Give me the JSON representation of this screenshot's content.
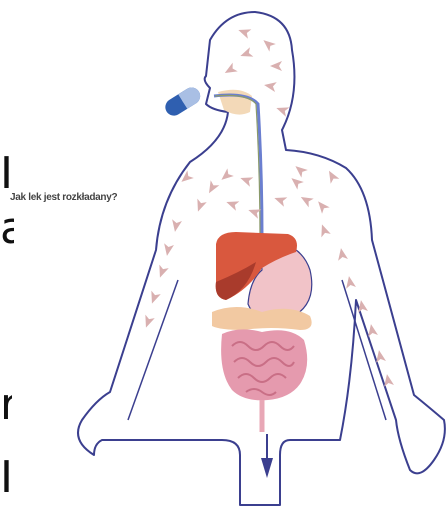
{
  "caption": "Jak lek jest rozkładany?",
  "fragments": [
    "I",
    "a",
    "r",
    "I"
  ],
  "icons": {
    "capsule": "capsule-icon",
    "arrows": "flow-arrow-icon"
  },
  "colors": {
    "outline": "#3b3f8f",
    "arrow": "#d9b0b0",
    "capsule_blue": "#2f5fb0",
    "capsule_light": "#a9bfe4",
    "liver": "#d9583e",
    "liver_dark": "#a93b2c",
    "stomach": "#f1c3c8",
    "intestine": "#e59aae",
    "colon": "#f2c9a2",
    "esophagus": "#6b7fd0",
    "throat": "#f3d9b8"
  }
}
